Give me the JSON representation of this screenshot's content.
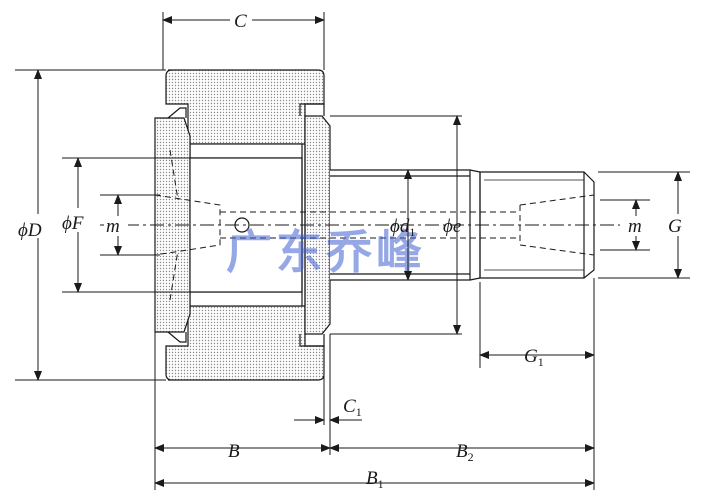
{
  "labels": {
    "C": "C",
    "phiD": "ϕD",
    "phiF": "ϕF",
    "m_left": "m",
    "phid1": "ϕd",
    "phid1_sub": "1",
    "phie": "ϕe",
    "m_right": "m",
    "G": "G",
    "G1": "G",
    "G1_sub": "1",
    "C1": "C",
    "C1_sub": "1",
    "B": "B",
    "B2": "B",
    "B2_sub": "2",
    "B1": "B",
    "B1_sub": "1"
  },
  "watermark": "广东乔峰",
  "colors": {
    "line": "#1a1a1a",
    "hatch": "#7a7a7a",
    "watermark": "#3f5fd0"
  }
}
